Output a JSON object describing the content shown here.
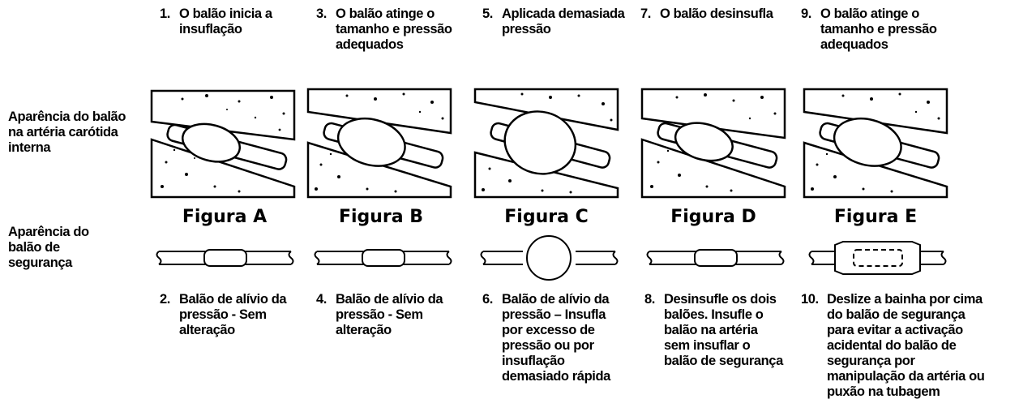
{
  "row_labels": {
    "artery": "Aparência do balão na artéria carótida interna",
    "safety": "Aparência do balão de segurança"
  },
  "columns": [
    {
      "top_num": "1.",
      "top_text": "O balão inicia a insuflação",
      "figure": "Figura A",
      "bottom_num": "2.",
      "bottom_text": "Balão de alívio da pressão - Sem alteração"
    },
    {
      "top_num": "3.",
      "top_text": "O balão atinge o tamanho e pressão adequados",
      "figure": "Figura B",
      "bottom_num": "4.",
      "bottom_text": "Balão de alívio da pressão - Sem alteração"
    },
    {
      "top_num": "5.",
      "top_text": "Aplicada demasiada pressão",
      "figure": "Figura C",
      "bottom_num": "6.",
      "bottom_text": "Balão de alívio da pressão – Insufla por excesso de pressão ou por insuflação demasiado rápida"
    },
    {
      "top_num": "7.",
      "top_text": "O balão desinsufla",
      "figure": "Figura D",
      "bottom_num": "8.",
      "bottom_text": "Desinsufle os dois balões. Insufle o balão na artéria sem insuflar o balão de segurança"
    },
    {
      "top_num": "9.",
      "top_text": "O balão atinge o tamanho e pressão adequados",
      "figure": "Figura E",
      "bottom_num": "10.",
      "bottom_text": "Deslize a bainha por cima do balão de segurança para evitar a activação acidental do balão de segurança por manipulação da artéria ou puxão na tubagem"
    }
  ]
}
